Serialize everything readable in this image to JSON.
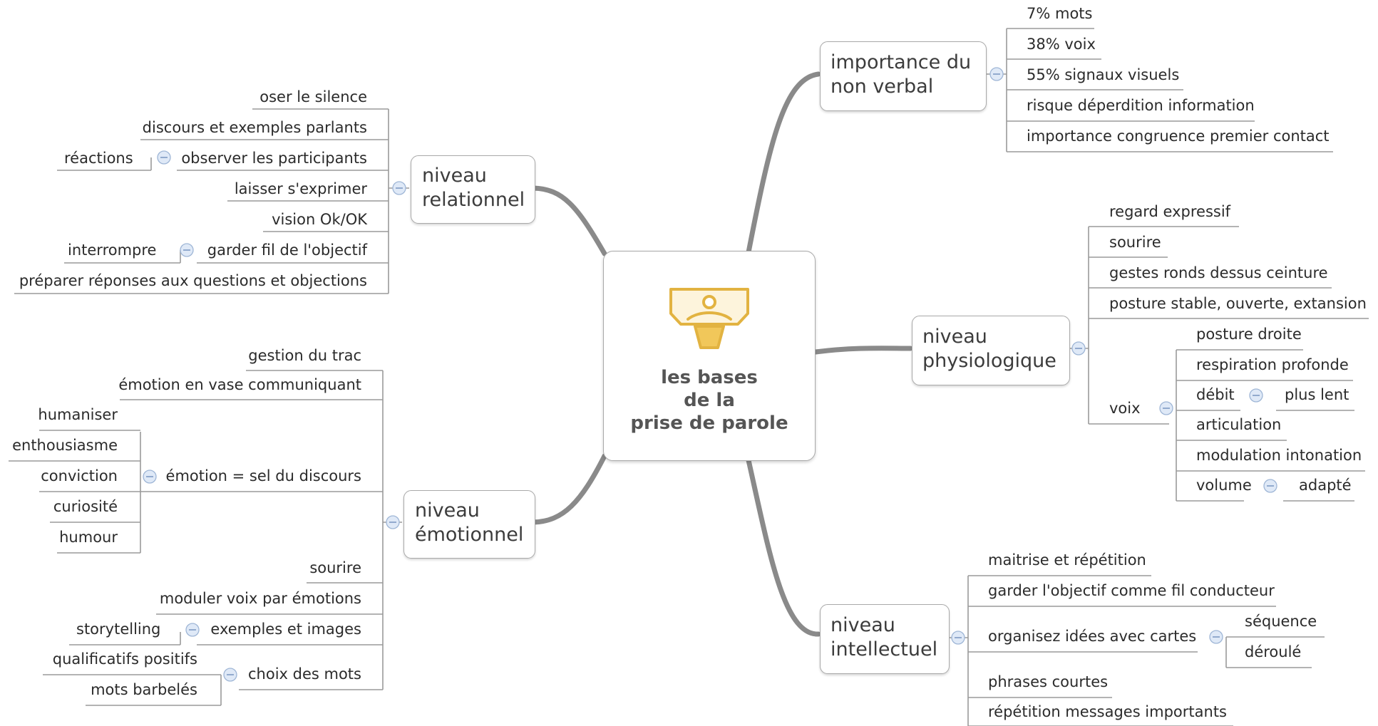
{
  "center": {
    "line1": "les bases",
    "line2": "de la",
    "line3": "prise de parole",
    "icon": "presentation-icon"
  },
  "accent": "#8a8a8a",
  "collapse_icon": "collapse-minus-icon",
  "relationnel": {
    "label": "niveau\nrelationnel",
    "items": [
      "oser le silence",
      "discours et exemples parlants",
      "observer les participants",
      "laisser s'exprimer",
      "vision Ok/OK",
      "garder fil de l'objectif",
      "préparer réponses aux questions et objections"
    ],
    "observer_child": "réactions",
    "garder_child": "interrompre"
  },
  "emotionnel": {
    "label": "niveau\némotionnel",
    "items": [
      "gestion du trac",
      "émotion en vase communiquant",
      "émotion = sel du discours",
      "sourire",
      "moduler voix par émotions",
      "exemples et images",
      "choix des mots"
    ],
    "sel_children": [
      "humaniser",
      "enthousiasme",
      "conviction",
      "curiosité",
      "humour"
    ],
    "exemples_child": "storytelling",
    "choix_children": [
      "qualificatifs positifs",
      "mots barbelés"
    ]
  },
  "nonverbal": {
    "label": "importance du\nnon verbal",
    "items": [
      "7% mots",
      "38%  voix",
      "55% signaux visuels",
      "risque déperdition information",
      "importance congruence premier contact"
    ]
  },
  "physio": {
    "label": "niveau\nphysiologique",
    "items": [
      "regard expressif",
      "sourire",
      "gestes ronds dessus ceinture",
      "posture stable, ouverte, extansion",
      "voix"
    ],
    "voix_children": [
      "posture droite",
      "respiration profonde",
      "débit",
      "articulation",
      "modulation intonation",
      "volume"
    ],
    "debit_child": "plus lent",
    "volume_child": "adapté"
  },
  "intellectuel": {
    "label": "niveau\nintellectuel",
    "items": [
      "maitrise et répétition",
      "garder l'objectif comme fil conducteur",
      "organisez idées avec cartes",
      "phrases courtes",
      "répétition messages importants"
    ],
    "cartes_children": [
      "séquence",
      "déroulé"
    ]
  }
}
